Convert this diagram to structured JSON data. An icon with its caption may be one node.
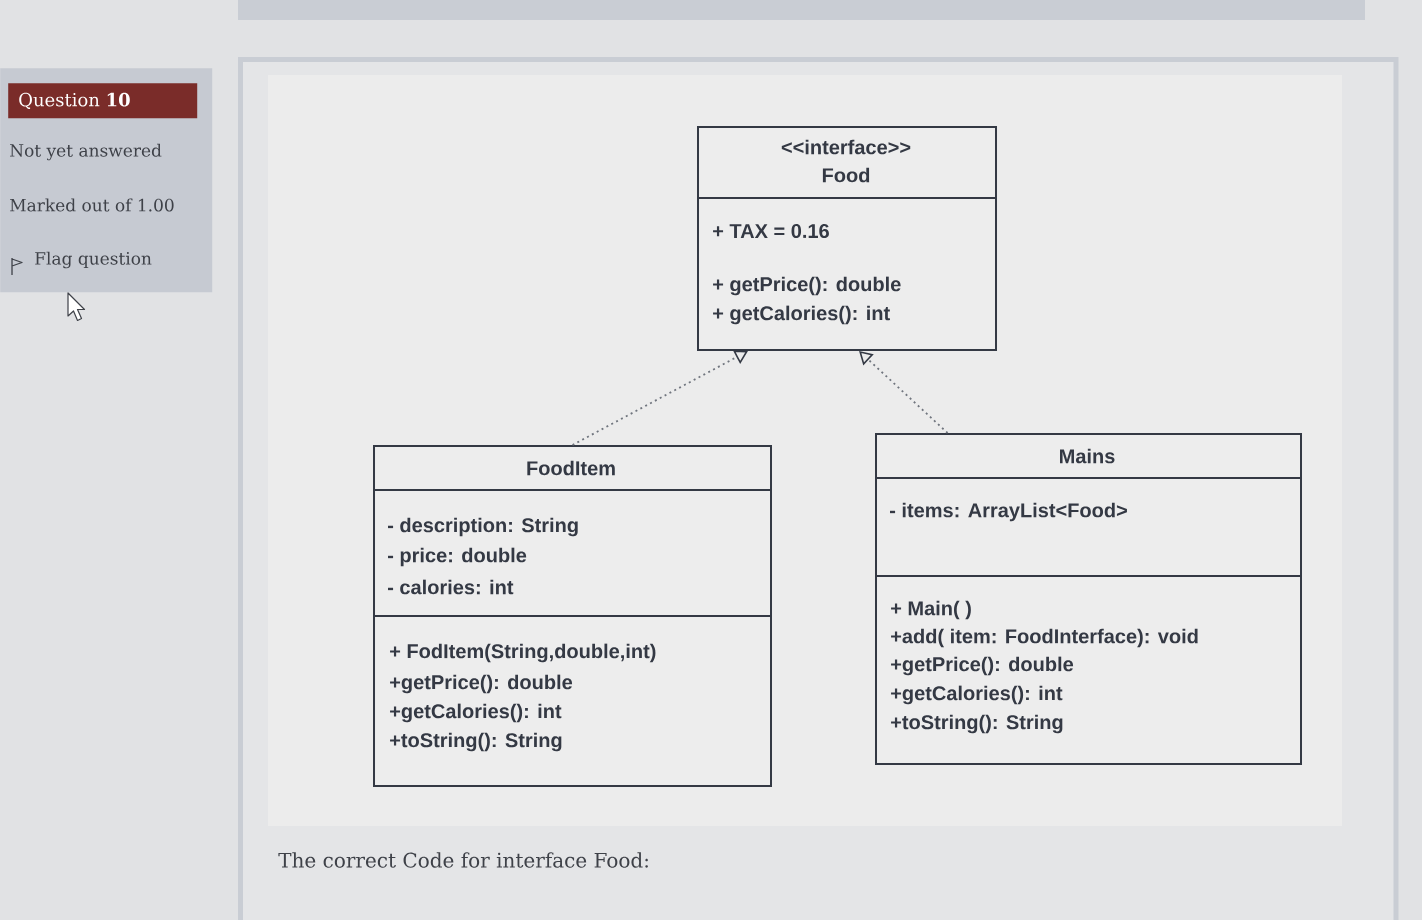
{
  "diagram": {
    "nodes": [
      {
        "text": [
          "Not yet answered",
          "Marked out of 1.00",
          "Flag question"
        ]
      },
      {
        "text": [
          "Question **10**"
        ],
        "in": 0
      },
      {
        "text": [
          "<<interface>>",
          "Food",
          "+ TAX = 0.16",
          "+ getPrice(): double",
          "+ getCalories(): int"
        ]
      },
      {
        "text": [
          "FoodItem",
          "- description: String",
          "- price: double",
          "- calories: int",
          "+ FodItem(String,double,int)",
          "+getPrice(): double",
          "+getCalories(): int",
          "+toString(): String"
        ]
      },
      {
        "text": [
          "Mains",
          "- items: ArrayList<Food>",
          "+ Main( )",
          "+add( item: FoodInterface): void",
          "+getPrice(): double",
          "+getCalories(): int",
          "+toString(): String"
        ]
      }
    ],
    "edges": [
      {
        "from": 3,
        "to": 2,
        "arrow": "to",
        "style": "dashed"
      },
      {
        "from": 4,
        "to": 2,
        "arrow": "to",
        "style": "dashed"
      }
    ],
    "labels": [
      "The correct Code for interface Food:"
    ]
  }
}
